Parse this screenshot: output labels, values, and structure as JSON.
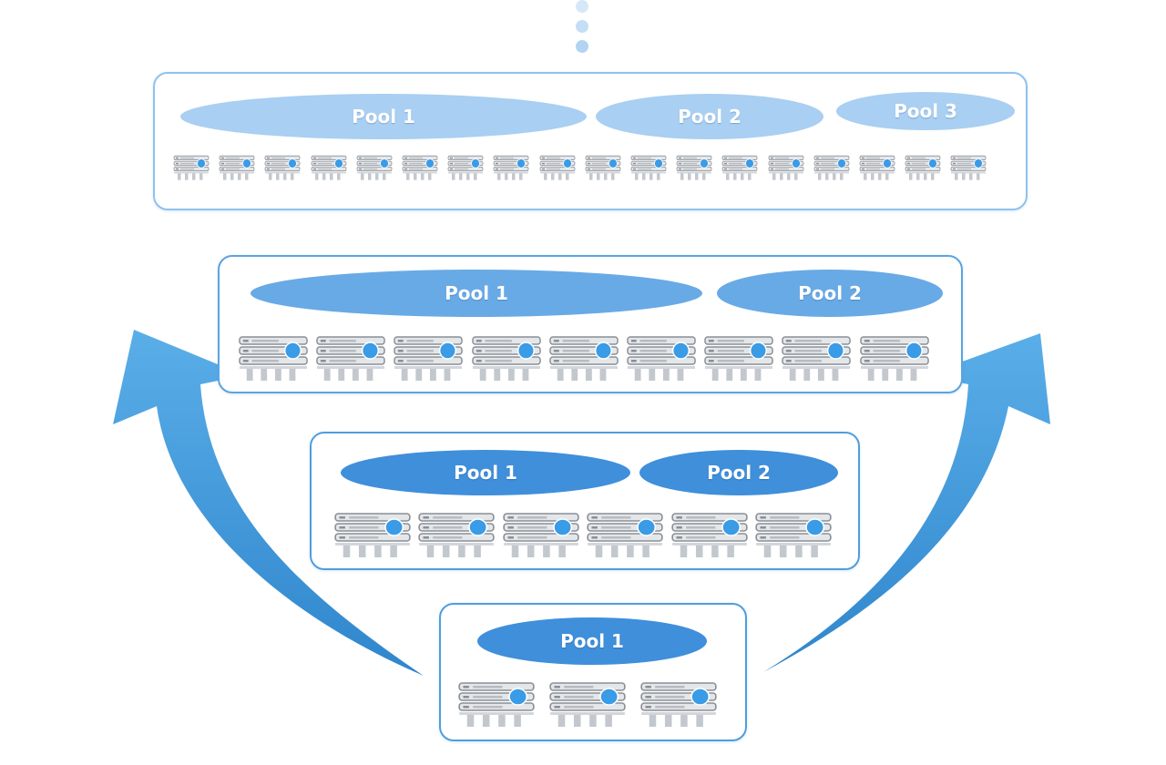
{
  "colors": {
    "arrow_fill": "#3a93d4",
    "tier_border": "#4d9ee0",
    "tier_border_top": "#8fc2ef",
    "pool_dark": "#3f8fdb",
    "pool_mid": "#68aae6",
    "pool_light": "#a9cff2",
    "server_gray": "#8a8f96",
    "led_blue": "#3a9be6"
  },
  "icons": [
    "scale-arrow-left",
    "scale-arrow-right",
    "continuation-dots",
    "server-icon"
  ],
  "tiers": [
    {
      "id": "tier-4",
      "pools": [
        "Pool 1",
        "Pool 2",
        "Pool 3"
      ],
      "server_count": 18
    },
    {
      "id": "tier-3",
      "pools": [
        "Pool 1",
        "Pool 2"
      ],
      "server_count": 9
    },
    {
      "id": "tier-2",
      "pools": [
        "Pool 1",
        "Pool 2"
      ],
      "server_count": 6
    },
    {
      "id": "tier-1",
      "pools": [
        "Pool 1"
      ],
      "server_count": 3
    }
  ]
}
